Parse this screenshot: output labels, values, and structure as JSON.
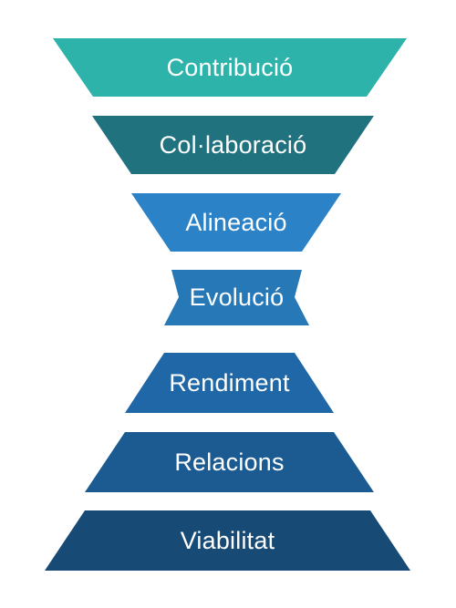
{
  "diagram": {
    "layers": [
      {
        "label": "Contribució",
        "color": "#2db3aa"
      },
      {
        "label": "Col·laboració",
        "color": "#21727f"
      },
      {
        "label": "Alineació",
        "color": "#2b82c6"
      },
      {
        "label": "Evolució",
        "color": "#2678b6"
      },
      {
        "label": "Rendiment",
        "color": "#1f67a6"
      },
      {
        "label": "Relacions",
        "color": "#1b5b91"
      },
      {
        "label": "Viabilitat",
        "color": "#174b76"
      }
    ]
  }
}
